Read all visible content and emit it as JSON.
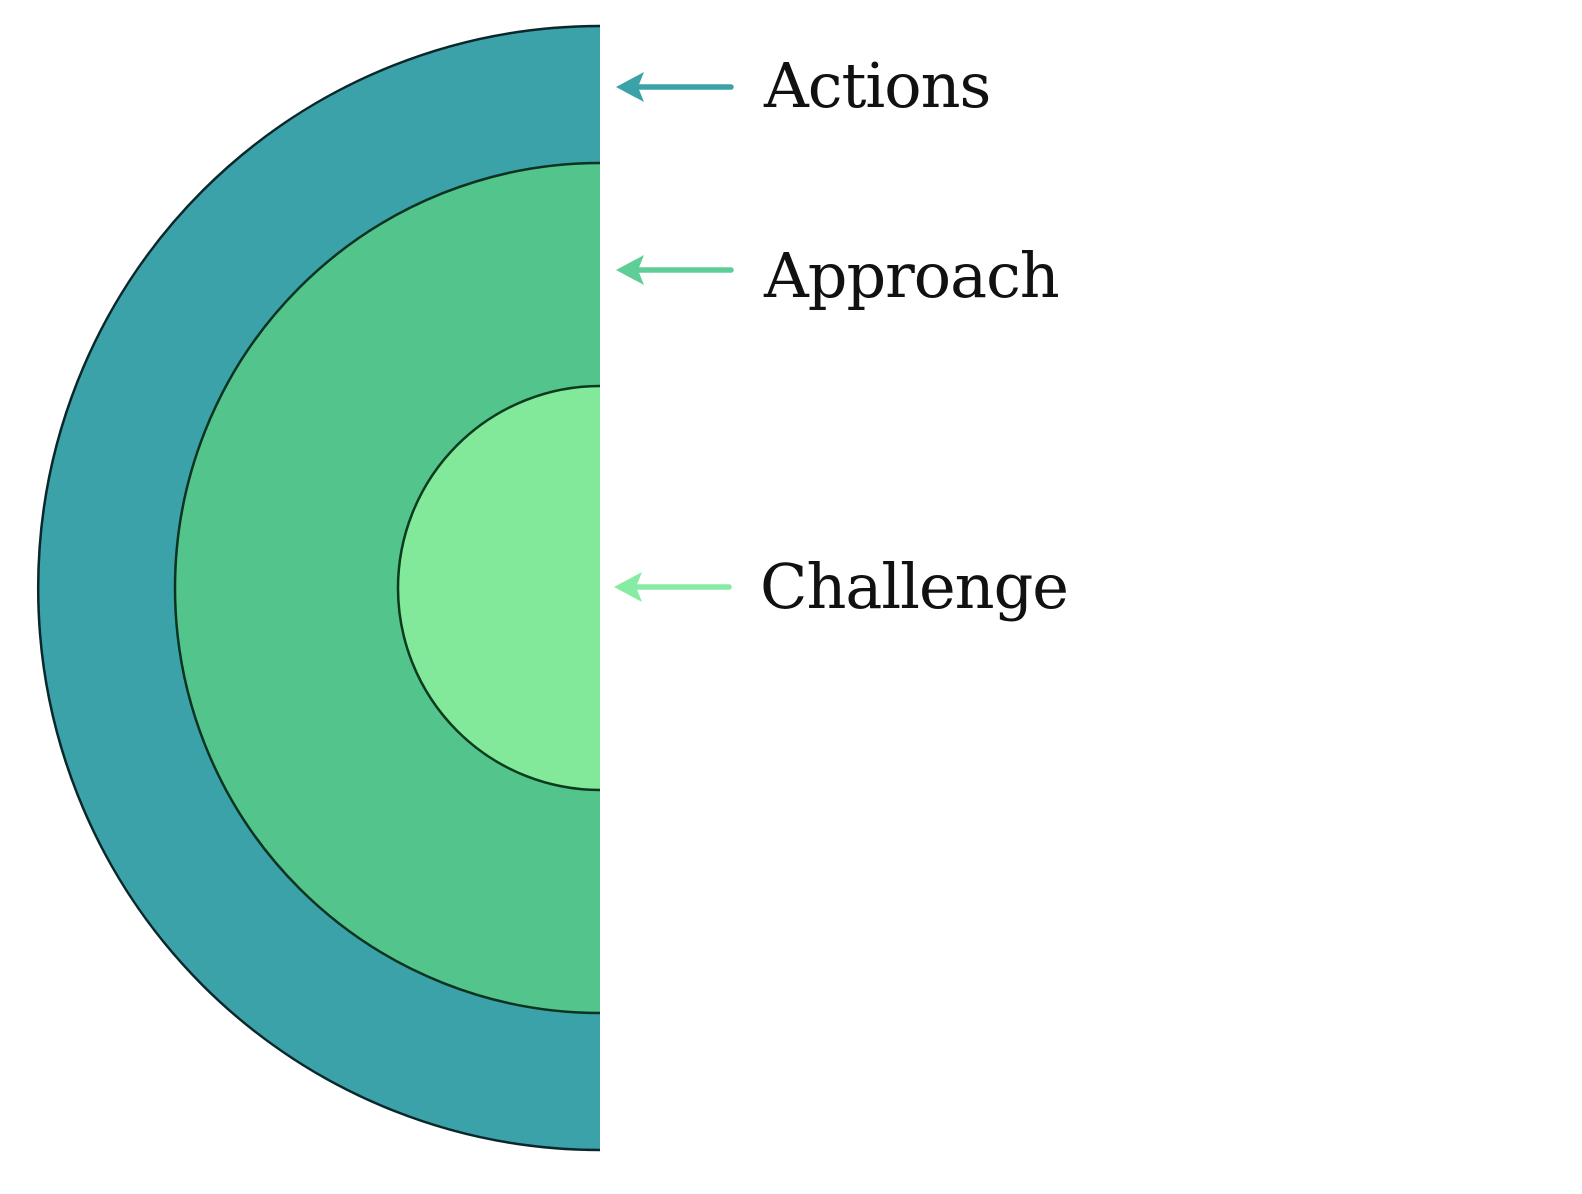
{
  "diagram": {
    "type": "concentric-half-circle-diagram",
    "background_color": "#ffffff",
    "text_color": "#111111",
    "rings": [
      {
        "label": "Actions",
        "fill": "#3aa2a8",
        "stroke": "#0a272b",
        "arrow_color": "#3aa2a8",
        "arrow_icon": "arrow-left-icon"
      },
      {
        "label": "Approach",
        "fill": "#52c48c",
        "stroke": "#0b3320",
        "arrow_color": "#5ecd96",
        "arrow_icon": "arrow-left-icon"
      },
      {
        "label": "Challenge",
        "fill": "#82e99b",
        "stroke": "#0c3a1c",
        "arrow_color": "#86eba3",
        "arrow_icon": "arrow-left-icon"
      }
    ]
  }
}
